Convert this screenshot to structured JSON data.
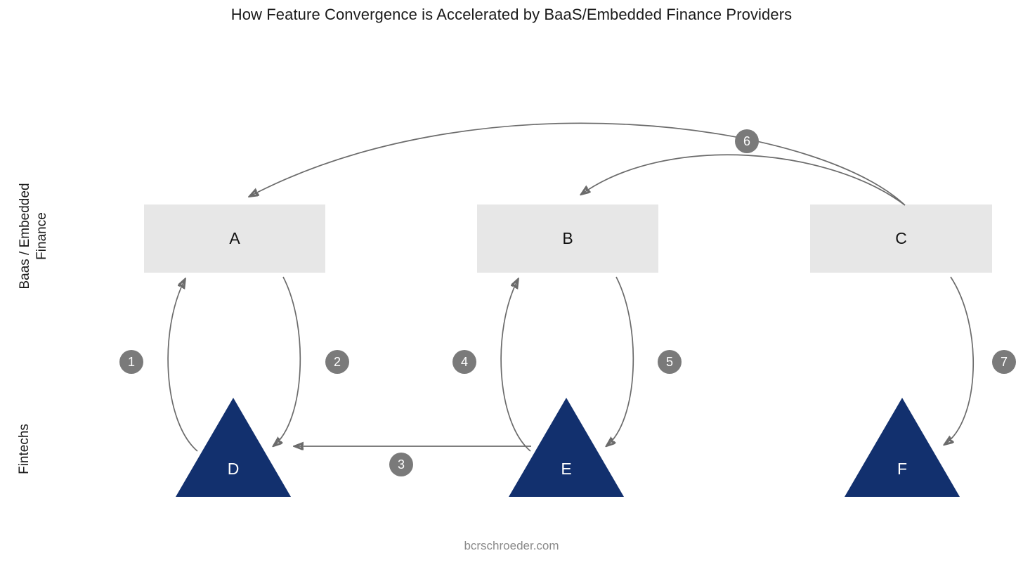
{
  "title": "How Feature Convergence is Accelerated by BaaS/Embedded Finance Providers",
  "watermark": "bcrschroeder.com",
  "axis": {
    "rows": [
      {
        "id": "baas",
        "label": "Baas / Embedded\nFinance"
      },
      {
        "id": "fintechs",
        "label": "Fintechs"
      }
    ]
  },
  "nodes": {
    "providers": [
      {
        "id": "A",
        "label": "A"
      },
      {
        "id": "B",
        "label": "B"
      },
      {
        "id": "C",
        "label": "C"
      }
    ],
    "fintechs": [
      {
        "id": "D",
        "label": "D"
      },
      {
        "id": "E",
        "label": "E"
      },
      {
        "id": "F",
        "label": "F"
      }
    ]
  },
  "edges": [
    {
      "number": "1",
      "from": "D",
      "to": "A"
    },
    {
      "number": "2",
      "from": "A",
      "to": "D"
    },
    {
      "number": "3",
      "from": "E",
      "to": "D"
    },
    {
      "number": "4",
      "from": "E",
      "to": "B"
    },
    {
      "number": "5",
      "from": "B",
      "to": "E"
    },
    {
      "number": "6",
      "from": "C",
      "to": "A"
    },
    {
      "number": "7",
      "from": "C",
      "to": "F"
    }
  ],
  "edge_numbers": [
    "1",
    "2",
    "3",
    "4",
    "5",
    "6",
    "7"
  ],
  "colors": {
    "provider_box": "#e7e7e7",
    "fintech_triangle": "#12306e",
    "arrow": "#6b6b6b",
    "badge": "#7a7a7a",
    "title_text": "#1a1a1a",
    "watermark_text": "#8a8a8a"
  }
}
